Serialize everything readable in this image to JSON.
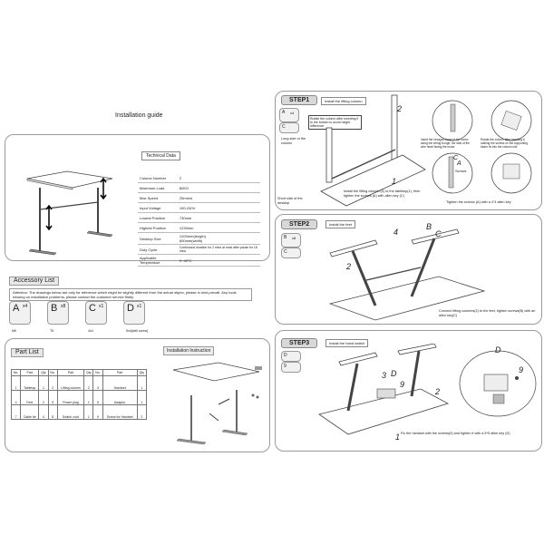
{
  "header": {
    "title": "Installation guide"
  },
  "technical": {
    "title": "Technical Data",
    "rows": [
      [
        "Column Number",
        "2"
      ],
      [
        "Maximum Load",
        "80KG"
      ],
      [
        "Max Speed",
        "25mm/s"
      ],
      [
        "Input Voltage",
        "100-240V"
      ],
      [
        "Lowest Position",
        "730mm"
      ],
      [
        "Highest Position",
        "1230mm"
      ],
      [
        "Desktop Size",
        "1200mm(length)\n600mm(width)"
      ],
      [
        "Duty Cycle",
        "Continuous duration for 2 mins at most after pause for 18 mins"
      ],
      [
        "Applicable Temperature",
        "0~40°C"
      ]
    ]
  },
  "accessory": {
    "title": "Accessory List",
    "note": "Attention: The drawings below are only for reference which might be slightly different from the actual object, please in kind prevail. Any tools missing on installation problems, please contact the customer service firstly.",
    "items": [
      {
        "letter": "A",
        "qty": "x4",
        "name": "M6"
      },
      {
        "letter": "B",
        "qty": "x8",
        "name": "T6"
      },
      {
        "letter": "C",
        "qty": "x1",
        "name": "4x4"
      },
      {
        "letter": "D",
        "qty": "x1",
        "name": "5x4(with screw)"
      }
    ]
  },
  "parts": {
    "title": "Part List",
    "headers": [
      "No.",
      "Part",
      "Qty",
      "No.",
      "Part",
      "Qty",
      "No.",
      "Part",
      "Qty"
    ],
    "rows": [
      [
        "1",
        "Tabletop",
        "1",
        "2",
        "Lifting column",
        "2",
        "3",
        "Handset",
        "1"
      ],
      [
        "4",
        "Feet",
        "2",
        "5",
        "Power plug",
        "1",
        "6",
        "Adaptor",
        "1"
      ],
      [
        "7",
        "Cable tie",
        "4",
        "8",
        "Switch cord",
        "1",
        "9",
        "Screw for Handset",
        "2"
      ]
    ]
  },
  "instruction": {
    "title": "Installation Instruction"
  },
  "step1": {
    "badge": "STEP1",
    "text": "Install the lifting column",
    "note": "Rotate the column after inserting it to the bottom to avoid height difference",
    "side_label": "Long side of the column",
    "short_label": "Short side of the desktop",
    "main_text": "Install the lifting column (2) to the tabletop(1), then tighten the screws (A) with allen key (C)",
    "hex_text": "Insert the hexagon head of the screw along the wiring trough, the side of the wire head facing the motor",
    "rotate_text": "Rotate the column after inserting it, making the screws on the supporting beam fix into the column slot",
    "screws_label": "Screws",
    "tighten_text": "Tighten the screws (A) with a 4\"4 allen key",
    "callouts": [
      "2",
      "1",
      "A",
      "C"
    ],
    "acc": [
      "A",
      "x4",
      "C"
    ]
  },
  "step2": {
    "badge": "STEP2",
    "text": "Install the feet",
    "main_text": "Connect lifting columns(2) to the feet, tighten screws(B) with an allen key(C)",
    "callouts": [
      "4",
      "B",
      "C",
      "2"
    ],
    "acc": [
      "B",
      "x8",
      "C"
    ]
  },
  "step3": {
    "badge": "STEP3",
    "text": "Install the hand switch",
    "main_text": "Fix the handset with the screws(9) and tighten it with a 5*5 allen key (D)",
    "callouts": [
      "3",
      "D",
      "9",
      "2",
      "1",
      "D",
      "9"
    ],
    "acc": [
      "D",
      "9"
    ]
  }
}
